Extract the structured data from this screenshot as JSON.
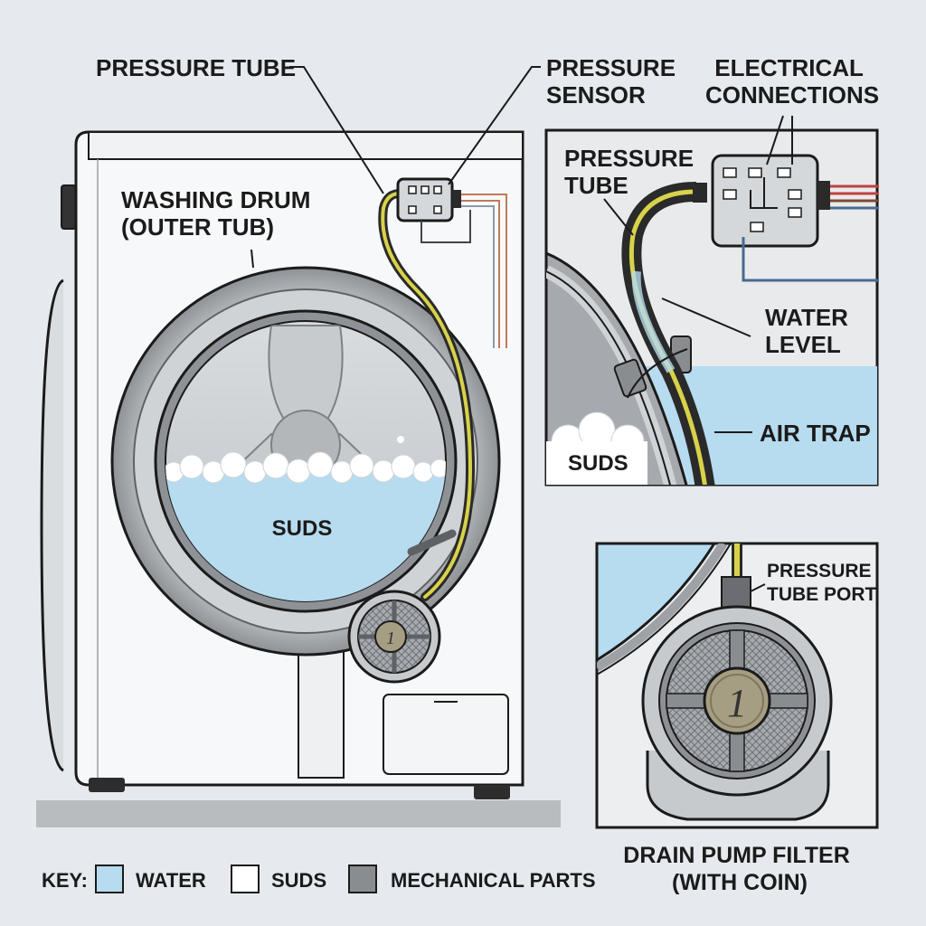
{
  "main_labels": {
    "pressure_tube": "PRESSURE TUBE",
    "pressure_sensor": [
      "PRESSURE",
      "SENSOR"
    ],
    "electrical_connections": [
      "ELECTRICAL",
      "CONNECTIONS"
    ],
    "washing_drum": [
      "WASHING DRUM",
      "(OUTER TUB)"
    ],
    "suds": "SUDS"
  },
  "inset_sensor": {
    "pressure_tube": [
      "PRESSURE",
      "TUBE"
    ],
    "water_level": [
      "WATER",
      "LEVEL"
    ],
    "air_trap": "AIR TRAP",
    "suds": "SUDS"
  },
  "inset_filter": {
    "pressure_tube_port": [
      "PRESSURE",
      "TUBE PORT"
    ],
    "coin_text": "1",
    "caption": [
      "DRAIN PUMP FILTER",
      "(WITH COIN)"
    ]
  },
  "pump_coin_text": "1",
  "key": {
    "label": "KEY:",
    "items": [
      {
        "label": "WATER",
        "color": "#b7dbef"
      },
      {
        "label": "SUDS",
        "color": "#ffffff"
      },
      {
        "label": "MECHANICAL PARTS",
        "color": "#8a8d90"
      }
    ]
  },
  "colors": {
    "background": "#e6e9ed",
    "water": "#b7dbef",
    "tube_yellow": "#d8d24a",
    "outline": "#1b1b1b",
    "steel": "#9b9fa3"
  }
}
